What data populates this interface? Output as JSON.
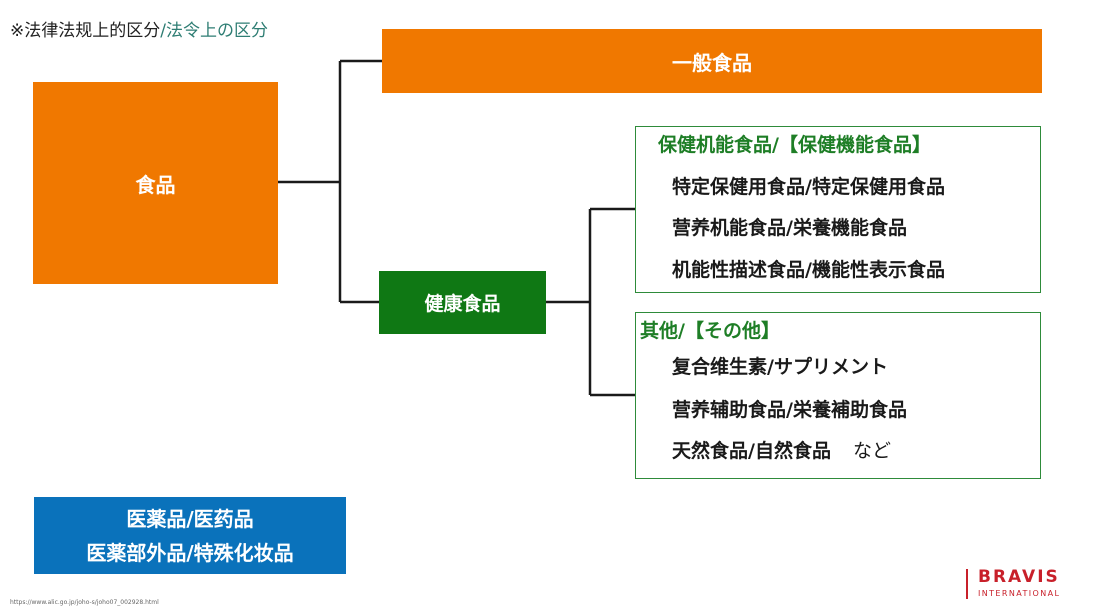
{
  "heading": {
    "cn": "※法律法规上的区分",
    "jp": "/法令上の区分"
  },
  "food": {
    "label": "食品"
  },
  "general_food": {
    "label": "一般食品"
  },
  "health_food": {
    "label": "健康食品"
  },
  "functional_group": {
    "title": "保健机能食品/【保健機能食品】",
    "items": [
      "特定保健用食品/特定保健用食品",
      "营养机能食品/栄養機能食品",
      "机能性描述食品/機能性表示食品"
    ]
  },
  "other_group": {
    "title": "其他/【その他】",
    "items": [
      "复合维生素/サプリメント",
      "营养辅助食品/栄養補助食品",
      "天然食品/自然食品"
    ],
    "etc": "など"
  },
  "pharma": {
    "line1": "医薬品/医药品",
    "line2": "医薬部外品/特殊化妆品"
  },
  "source": "https://www.alic.go.jp/joho-s/joho07_002928.html",
  "logo": {
    "name": "BRAVIS",
    "sub": "INTERNATIONAL"
  },
  "colors": {
    "orange": "#f07800",
    "green": "#0f7814",
    "blue": "#0a72bb",
    "logo_red": "#c8202a",
    "line": "#1a1a1a"
  }
}
